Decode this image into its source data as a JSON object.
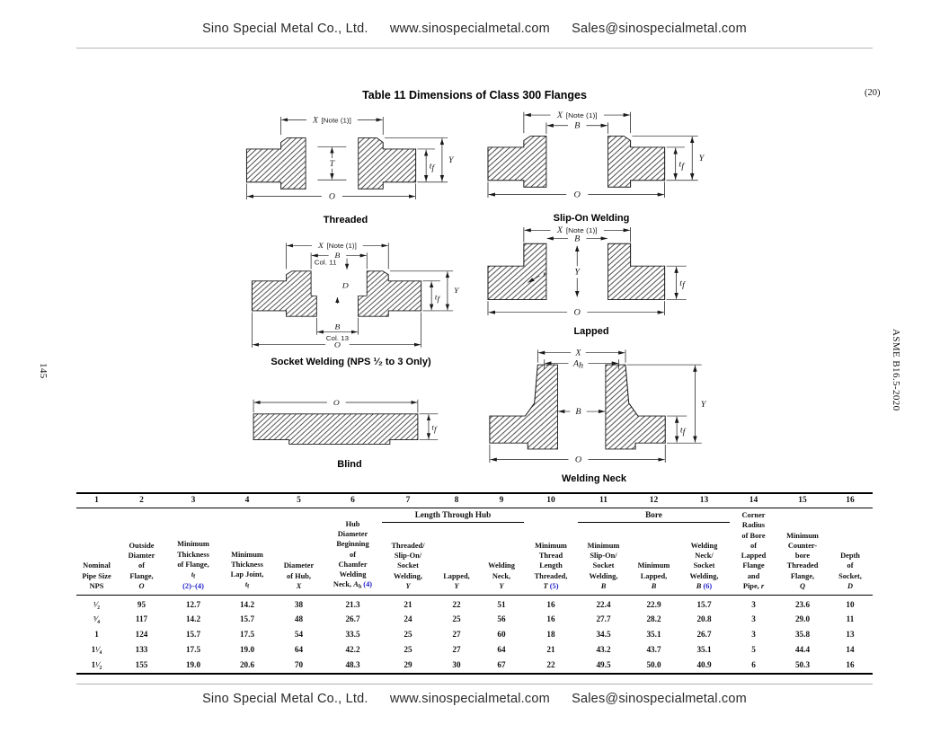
{
  "colors": {
    "note_link": "#2222cc"
  },
  "header": {
    "company": "Sino Special Metal Co., Ltd.",
    "website": "www.sinospecialmetal.com",
    "email": "Sales@sinospecialmetal.com"
  },
  "footer": {
    "company": "Sino Special Metal Co., Ltd.",
    "website": "www.sinospecialmetal.com",
    "email": "Sales@sinospecialmetal.com"
  },
  "title": "Table 11 Dimensions of Class 300 Flanges",
  "revision_tag": "(20)",
  "page_number": "145",
  "spec_reference": "ASME B16.5-2020",
  "symbols": {
    "x": "X",
    "note1": "[Note (1)]",
    "b": "B",
    "o": "O",
    "t_cap": "T",
    "d": "D",
    "y": "Y",
    "r": "r",
    "t_low": "t",
    "f_sub": "f",
    "a_cap": "A",
    "h_sub": "h",
    "col11": "Col. 11",
    "col13": "Col. 13"
  },
  "captions": {
    "threaded": "Threaded",
    "slip_on": "Slip-On Welding",
    "socket": "Socket Welding (NPS ¹⁄₂ to 3 Only)",
    "lapped": "Lapped",
    "blind": "Blind",
    "welding_neck": "Welding Neck"
  },
  "table": {
    "col_numbers": [
      "1",
      "2",
      "3",
      "4",
      "5",
      "6",
      "7",
      "8",
      "9",
      "10",
      "11",
      "12",
      "13",
      "14",
      "15",
      "16"
    ],
    "group_headers": {
      "length_through_hub": "Length Through Hub",
      "bore": "Bore"
    },
    "columns": [
      "Nominal\nPipe Size\nNPS",
      "Outside\nDiamter\nof\nFlange,\n*O*",
      "Minimum\nThickness\nof Flange,\n*t*~f~\n{b:(2)–(4)}",
      "Minimum\nThickness\nLap Joint,\n*t*~f~",
      "Diameter\nof Hub,\n*X*",
      "Hub\nDiameter\nBeginning\nof\nChamfer\nWelding\nNeck, *A*~h~ {b:(4)}",
      "Threaded/\nSlip-On/\nSocket\nWelding,\n*Y*",
      "Lapped,\n*Y*",
      "Welding\nNeck,\n*Y*",
      "Minimum\nThread\nLength\nThreaded,\n*T* {b:(5)}",
      "Minimum\nSlip-On/\nSocket\nWelding,\n*B*",
      "Minimum\nLapped,\n*B*",
      "Welding\nNeck/\nSocket\nWelding,\n*B* {b:(6)}",
      "Corner\nRadius\nof Bore\nof\nLapped\nFlange\nand\nPipe, *r*",
      "Minimum\nCounter-\nbore\nThreaded\nFlange,\n*Q*",
      "Depth\nof\nSocket,\n*D*"
    ],
    "rows": [
      [
        "¹⁄₂",
        "95",
        "12.7",
        "14.2",
        "38",
        "21.3",
        "21",
        "22",
        "51",
        "16",
        "22.4",
        "22.9",
        "15.7",
        "3",
        "23.6",
        "10"
      ],
      [
        "³⁄₄",
        "117",
        "14.2",
        "15.7",
        "48",
        "26.7",
        "24",
        "25",
        "56",
        "16",
        "27.7",
        "28.2",
        "20.8",
        "3",
        "29.0",
        "11"
      ],
      [
        "1",
        "124",
        "15.7",
        "17.5",
        "54",
        "33.5",
        "25",
        "27",
        "60",
        "18",
        "34.5",
        "35.1",
        "26.7",
        "3",
        "35.8",
        "13"
      ],
      [
        "1¹⁄₄",
        "133",
        "17.5",
        "19.0",
        "64",
        "42.2",
        "25",
        "27",
        "64",
        "21",
        "43.2",
        "43.7",
        "35.1",
        "5",
        "44.4",
        "14"
      ],
      [
        "1¹⁄₂",
        "155",
        "19.0",
        "20.6",
        "70",
        "48.3",
        "29",
        "30",
        "67",
        "22",
        "49.5",
        "50.0",
        "40.9",
        "6",
        "50.3",
        "16"
      ]
    ]
  }
}
